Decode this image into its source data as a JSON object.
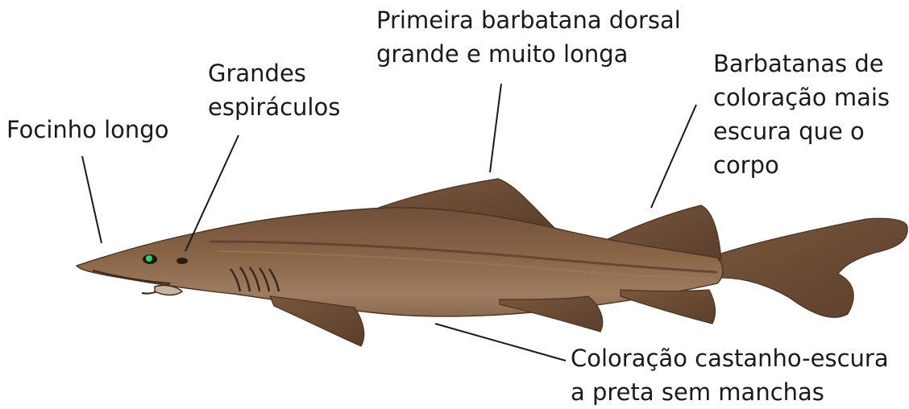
{
  "labels": {
    "snout": [
      "Focinho longo"
    ],
    "spiracles": [
      "Grandes",
      "espiráculos"
    ],
    "dorsal_fin": [
      "Primeira barbatana dorsal",
      "grande e muito longa"
    ],
    "fins_color": [
      "Barbatanas de",
      "coloração mais",
      "escura que o",
      "corpo"
    ],
    "body_color": [
      "Coloração castanho-escura",
      "a preta sem manchas"
    ]
  },
  "colors": {
    "body": "#8a6548",
    "body_dark": "#5e4330",
    "belly": "#b08f74",
    "fin": "#6e4e37",
    "eye": "#2fd06a",
    "leader_line": "#1a1a1a"
  }
}
